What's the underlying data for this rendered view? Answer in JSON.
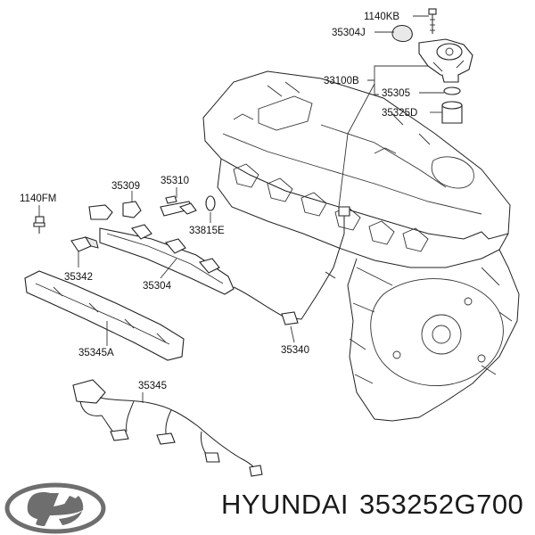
{
  "labels": {
    "l1140KB": "1140KB",
    "l35304J": "35304J",
    "l33100B": "33100B",
    "l35305": "35305",
    "l35325D": "35325D",
    "l35309": "35309",
    "l35310": "35310",
    "l1140FM": "1140FM",
    "l33815E": "33815E",
    "l35342": "35342",
    "l35304": "35304",
    "l35345A": "35345A",
    "l35340": "35340",
    "l35345": "35345"
  },
  "footer": {
    "brand": "HYUNDAI",
    "part_number": "353252G700",
    "logo_icon": "hyundai-logo-icon"
  }
}
